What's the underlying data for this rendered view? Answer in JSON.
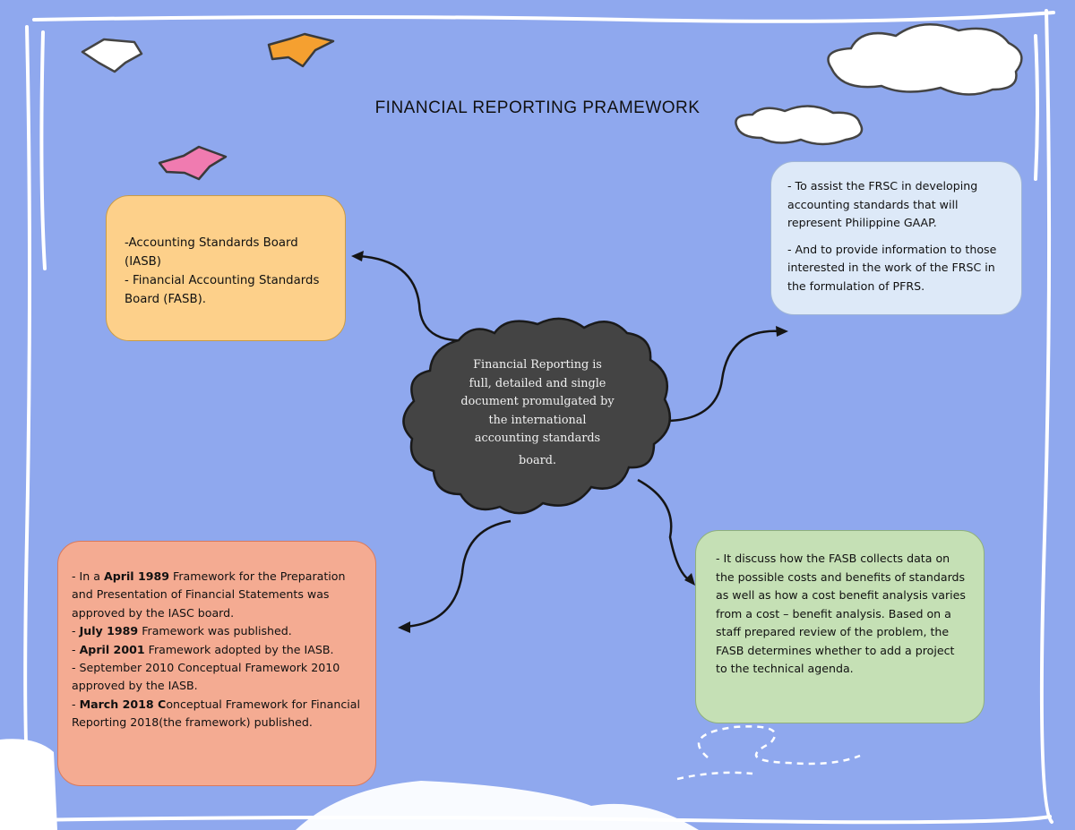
{
  "title": "FINANCIAL REPORTING PRAMEWORK",
  "center": {
    "lines": [
      "Financial Reporting is",
      "full, detailed and single",
      "document promulgated by",
      "the international",
      "accounting standards",
      "board."
    ]
  },
  "top_left": {
    "line1": "-Accounting Standards Board (IASB)",
    "line2": "- Financial Accounting Standards Board (FASB)."
  },
  "top_right": {
    "para1": "- To assist the FRSC in developing accounting standards that will represent Philippine GAAP.",
    "para2": "- And to provide information to those interested in the work of the FRSC in the formulation of PFRS."
  },
  "bottom_left": {
    "items": [
      {
        "pre": "- In a ",
        "bold": "April 1989",
        "post": " Framework for the Preparation and Presentation of Financial Statements was approved by the IASC board."
      },
      {
        "pre": "- ",
        "bold": "July 1989",
        "post": " Framework was published."
      },
      {
        "pre": "- ",
        "bold": "April 2001",
        "post": " Framework adopted by the IASB."
      },
      {
        "pre": "- September 2010 Conceptual Framework 2010 approved by the IASB.",
        "bold": "",
        "post": ""
      },
      {
        "pre": "- ",
        "bold": "March 2018 C",
        "post": "onceptual Framework for Financial Reporting 2018(the framework) published."
      }
    ]
  },
  "bottom_right": {
    "text": "- It discuss how the FASB collects data on the possible costs and benefits of standards as well as how a cost benefit analysis varies from a cost – benefit analysis. Based on a staff prepared review of the problem, the FASB determines whether to add a project to the technical agenda."
  },
  "colors": {
    "background": "#8fa8ee",
    "center_cloud": "#444444",
    "box_orange": "#fdd08a",
    "box_blue": "#dde9f8",
    "box_salmon": "#f4ab92",
    "box_green": "#c5e0b5"
  }
}
